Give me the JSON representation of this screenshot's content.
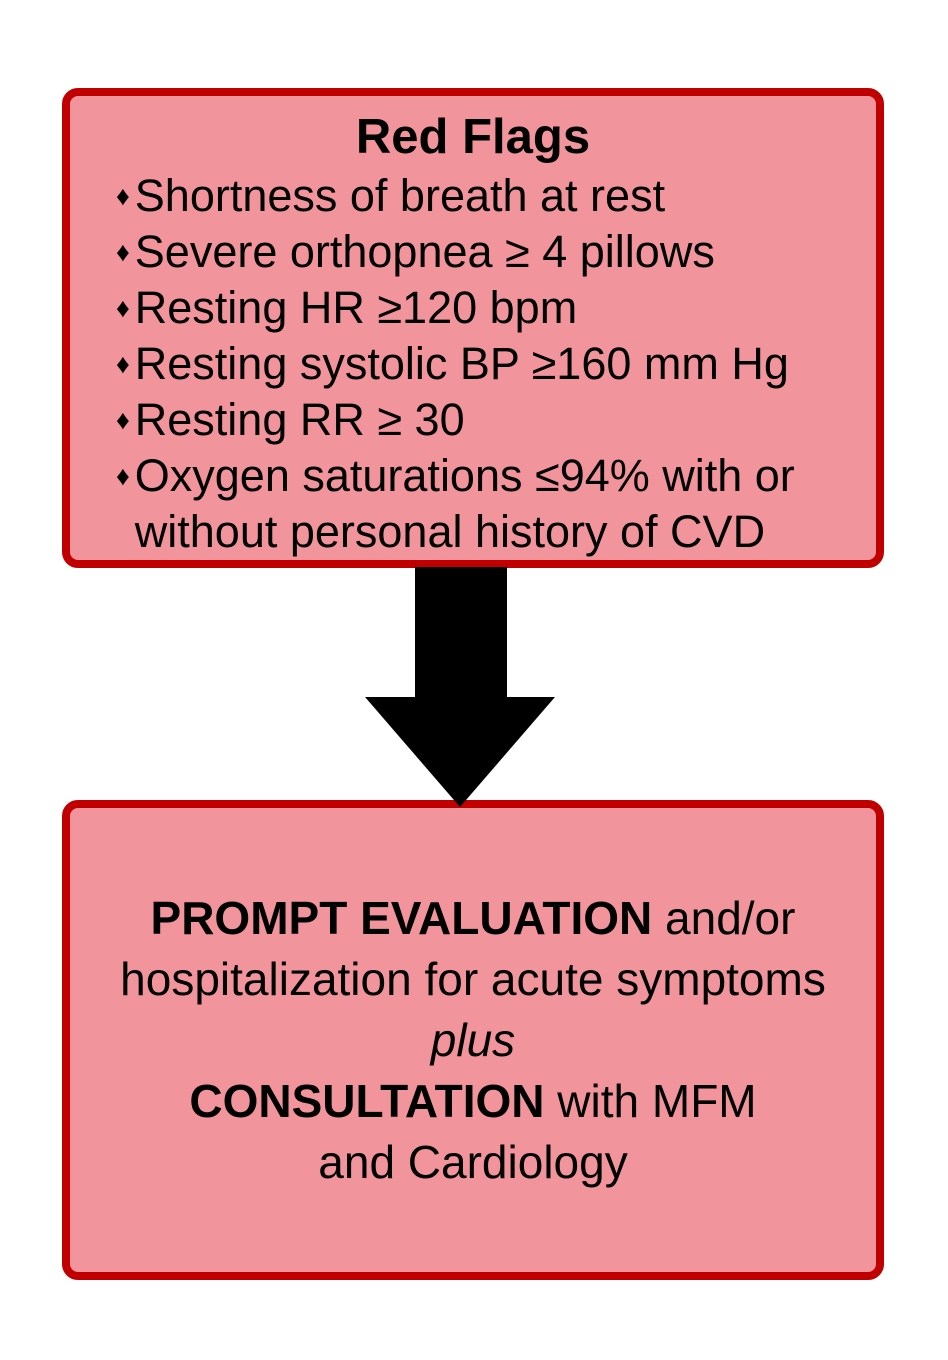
{
  "figure": {
    "colors": {
      "background": "#FFFFFF",
      "box_fill": "#F1949B",
      "box_border": "#C00000",
      "arrow_fill": "#000000",
      "text_color": "#000000"
    },
    "red_flags_box": {
      "title": "Red Flags",
      "bullet_glyph": "♦",
      "bullets": [
        "Shortness of breath at rest",
        "Severe orthopnea ≥ 4 pillows",
        "Resting HR ≥120 bpm",
        "Resting systolic BP ≥160 mm Hg",
        "Resting RR ≥ 30",
        "Oxygen saturations ≤94% with or without personal history of CVD"
      ]
    },
    "arrow": {
      "direction": "down"
    },
    "action_box": {
      "line1_bold": "PROMPT EVALUATION",
      "line1_regular": " and/or",
      "line2": "hospitalization for acute symptoms",
      "line3_italic": "plus",
      "line4_bold": "CONSULTATION",
      "line4_regular": " with MFM",
      "line5": "and Cardiology"
    }
  }
}
